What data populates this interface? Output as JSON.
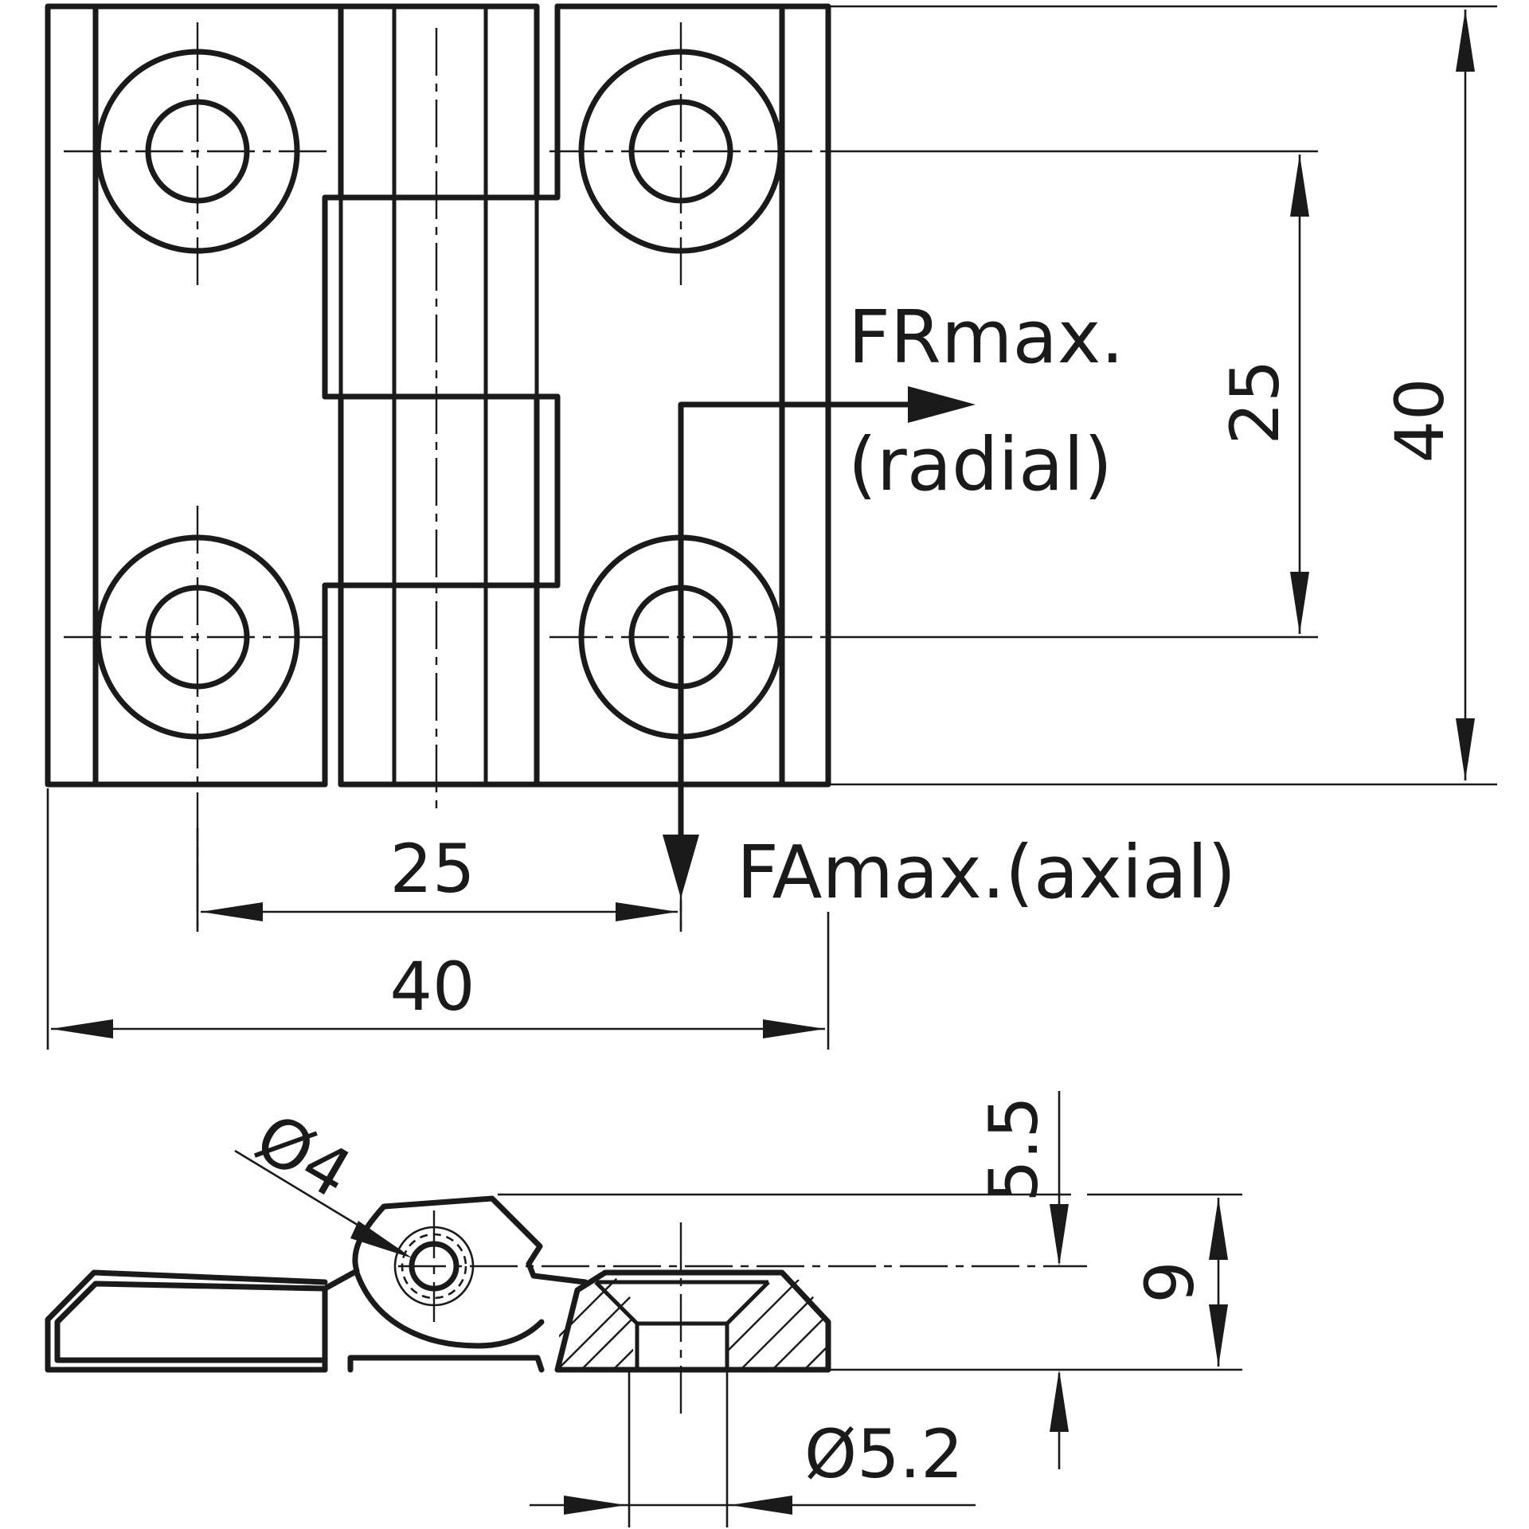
{
  "dimensions": {
    "hole_spacing_horizontal": "25",
    "overall_width": "40",
    "hole_spacing_vertical": "25",
    "overall_height": "40",
    "pin_diameter": "Ø4",
    "pin_offset": "5.5",
    "thickness": "9",
    "hole_diameter": "Ø5.2"
  },
  "forces": {
    "radial_line1": "FRmax.",
    "radial_line2": "(radial)",
    "axial": "FAmax.(axial)"
  }
}
